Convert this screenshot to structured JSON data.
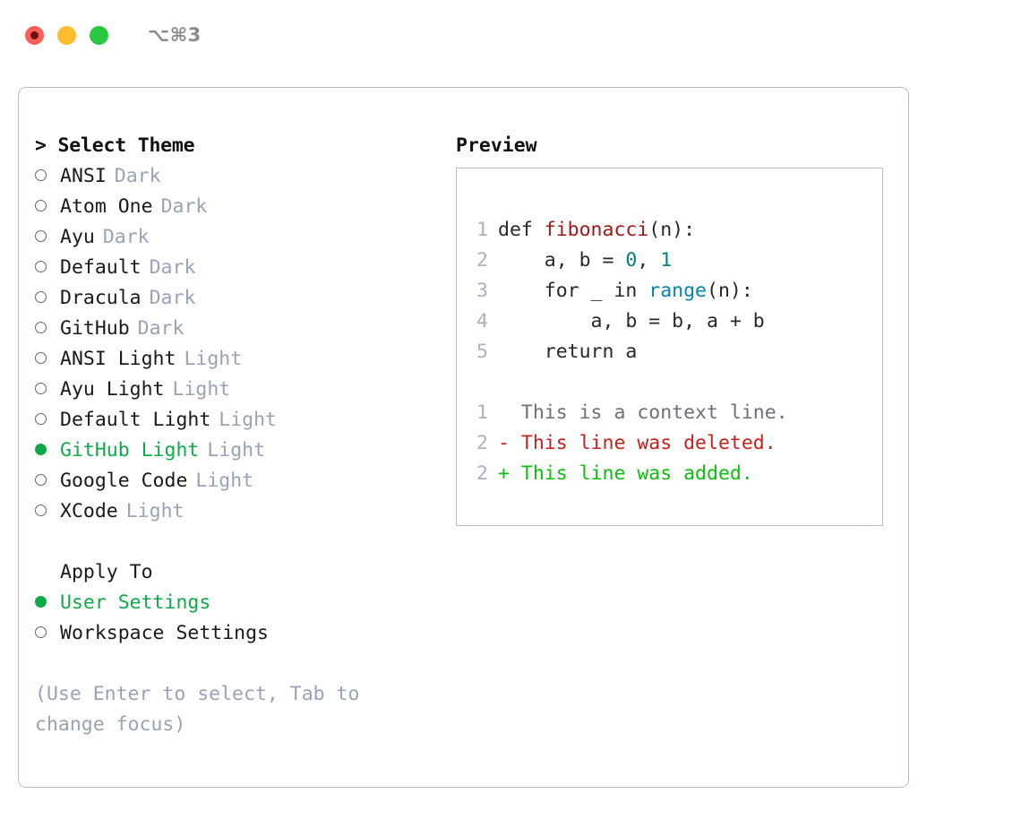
{
  "titlebar": {
    "shortcut": "⌥⌘3",
    "lights": [
      "close",
      "minimize",
      "zoom"
    ]
  },
  "theme_panel": {
    "heading": "> Select Theme",
    "options": [
      {
        "bullet": "○",
        "label": "ANSI",
        "tag": "Dark",
        "selected": false
      },
      {
        "bullet": "○",
        "label": "Atom One",
        "tag": "Dark",
        "selected": false
      },
      {
        "bullet": "○",
        "label": "Ayu",
        "tag": "Dark",
        "selected": false
      },
      {
        "bullet": "○",
        "label": "Default",
        "tag": "Dark",
        "selected": false
      },
      {
        "bullet": "○",
        "label": "Dracula",
        "tag": "Dark",
        "selected": false
      },
      {
        "bullet": "○",
        "label": "GitHub",
        "tag": "Dark",
        "selected": false
      },
      {
        "bullet": "○",
        "label": "ANSI Light",
        "tag": "Light",
        "selected": false
      },
      {
        "bullet": "○",
        "label": "Ayu Light",
        "tag": "Light",
        "selected": false
      },
      {
        "bullet": "○",
        "label": "Default Light",
        "tag": "Light",
        "selected": false
      },
      {
        "bullet": "●",
        "label": "GitHub Light",
        "tag": "Light",
        "selected": true
      },
      {
        "bullet": "○",
        "label": "Google Code",
        "tag": "Light",
        "selected": false
      },
      {
        "bullet": "○",
        "label": "XCode",
        "tag": "Light",
        "selected": false
      }
    ]
  },
  "apply_to": {
    "heading": "Apply To",
    "options": [
      {
        "bullet": "●",
        "label": "User Settings",
        "selected": true
      },
      {
        "bullet": "○",
        "label": "Workspace Settings",
        "selected": false
      }
    ]
  },
  "hint": "(Use Enter to select, Tab to change focus)",
  "preview": {
    "title": "Preview",
    "code_lines": [
      {
        "num": "1",
        "segments": [
          {
            "text": "def ",
            "type": "plain"
          },
          {
            "text": "fibonacci",
            "type": "fn"
          },
          {
            "text": "(n):",
            "type": "plain"
          }
        ]
      },
      {
        "num": "2",
        "segments": [
          {
            "text": "    a, b = ",
            "type": "plain"
          },
          {
            "text": "0",
            "type": "num"
          },
          {
            "text": ", ",
            "type": "plain"
          },
          {
            "text": "1",
            "type": "num"
          }
        ]
      },
      {
        "num": "3",
        "segments": [
          {
            "text": "    for _ in ",
            "type": "plain"
          },
          {
            "text": "range",
            "type": "call"
          },
          {
            "text": "(n):",
            "type": "plain"
          }
        ]
      },
      {
        "num": "4",
        "segments": [
          {
            "text": "        a, b = b, a + b",
            "type": "plain"
          }
        ]
      },
      {
        "num": "5",
        "segments": [
          {
            "text": "    return a",
            "type": "plain"
          }
        ]
      }
    ],
    "diff_lines": [
      {
        "num": "1",
        "marker": "  ",
        "text": "This is a context line.",
        "kind": "ctx"
      },
      {
        "num": "2",
        "marker": "- ",
        "text": "This line was deleted.",
        "kind": "del"
      },
      {
        "num": "2",
        "marker": "+ ",
        "text": "This line was added.",
        "kind": "add"
      }
    ]
  },
  "colors": {
    "accent_green": "#0faa48",
    "diff_add": "#09c209",
    "diff_del": "#c8201d",
    "token_fn": "#a01717",
    "token_num": "#008080",
    "token_call": "#0086b3",
    "muted": "#9aa3b5",
    "border": "#b9c0cd"
  }
}
